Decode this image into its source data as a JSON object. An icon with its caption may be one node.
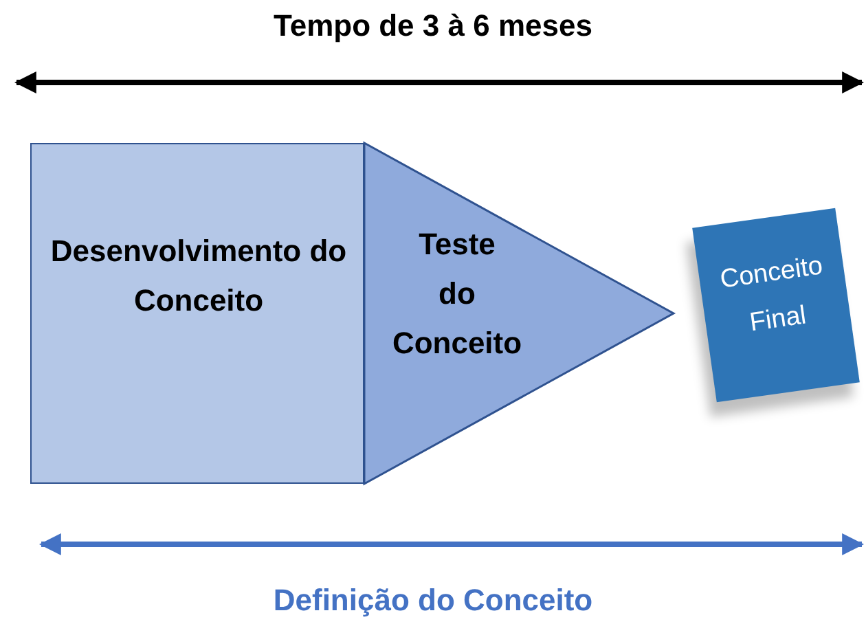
{
  "diagram": {
    "nodes": [
      {
        "text": [
          "Desenvolvimento do Conceito"
        ]
      },
      {
        "text": [
          "Teste do Conceito"
        ]
      },
      {
        "text": [
          "Conceito Final"
        ]
      }
    ],
    "edges": [],
    "labels": [
      "Tempo de 3 à 6 meses",
      "Definição do Conceito"
    ]
  }
}
